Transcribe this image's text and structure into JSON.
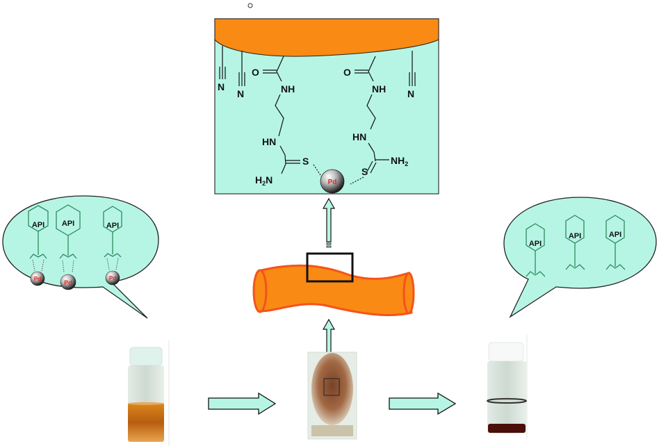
{
  "colors": {
    "panel_fill": "#b6f5e4",
    "fiber_fill": "#f98a14",
    "fiber_stroke": "#f5531b",
    "hexagon_stroke": "#2c8a5e",
    "pd_text": "#e8231d",
    "arrow_fill": "#b6f5e4"
  },
  "top_marker": "o",
  "detail_panel": {
    "nitrile_labels": [
      "N",
      "N",
      "N"
    ],
    "left_chain": {
      "carbonyl_o": "O",
      "amide_nh": "NH",
      "thiourea_hn": "HN",
      "thio_s": "S",
      "amine": "H2N",
      "amine_base": "H",
      "amine_sub": "2",
      "amine_tail": "N"
    },
    "right_chain": {
      "carbonyl_o": "O",
      "amide_nh": "NH",
      "thiourea_hn": "HN",
      "thio_s": "S",
      "amine_base": "NH",
      "amine_sub": "2"
    },
    "metal": "Pd"
  },
  "left_bubble": {
    "molecules": [
      {
        "label": "API",
        "metal": "Pd"
      },
      {
        "label": "API",
        "metal": "Pd"
      },
      {
        "label": "API",
        "metal": "Pd"
      }
    ]
  },
  "right_bubble": {
    "molecules": [
      {
        "label": "API"
      },
      {
        "label": "API"
      },
      {
        "label": "API"
      }
    ]
  },
  "steps": [
    {
      "name": "crude-solution-vial",
      "description": "orange Pd-contaminated API solution"
    },
    {
      "name": "fiber-scavenger-beaker",
      "description": "functionalized fibers in solution"
    },
    {
      "name": "purified-solution-vial",
      "description": "clear purified API solution"
    }
  ]
}
